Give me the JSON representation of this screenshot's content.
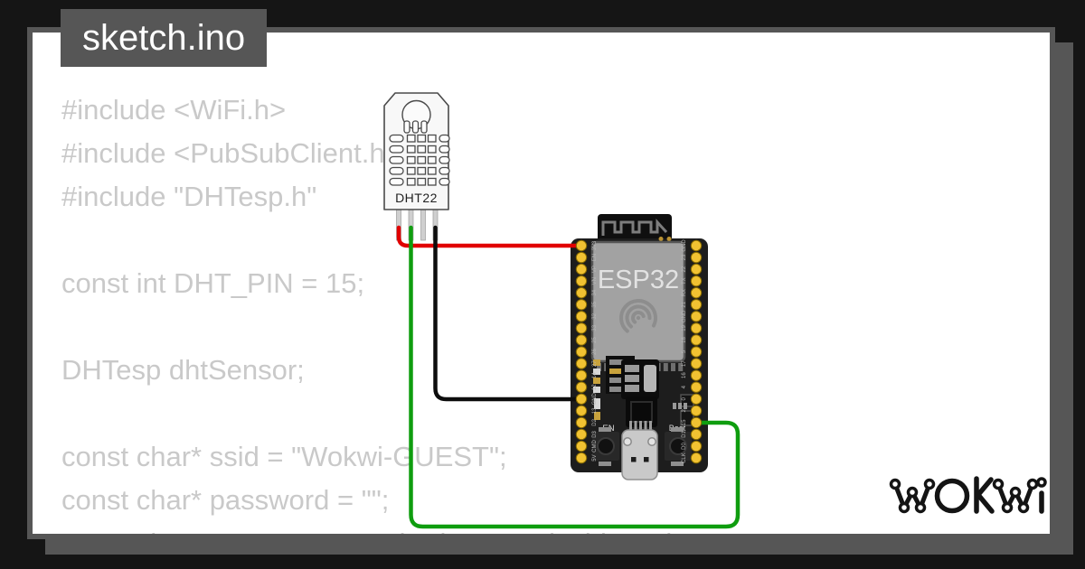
{
  "colors": {
    "background": "#151515",
    "frame": "#565656",
    "page": "#ffffff",
    "code_text": "#c9c9c9",
    "tab_text": "#ffffff",
    "pin": "#f1c232",
    "pin_label": "#b9b9b9",
    "board": "#1d1d1d",
    "shield": "#a2a2a2",
    "logo": "#141414"
  },
  "tab": {
    "label": "sketch.ino"
  },
  "code": {
    "lines": [
      "#include <WiFi.h>",
      "#include <PubSubClient.h>",
      "#include \"DHTesp.h\"",
      "",
      "const int DHT_PIN = 15;",
      "",
      "DHTesp dhtSensor;",
      "",
      "const char* ssid = \"Wokwi-GUEST\";",
      "const char* password = \"\";",
      "const char* mqtt_server = \"broker.mqttdashboard.com\";"
    ]
  },
  "dht22": {
    "label": "DHT22"
  },
  "esp32": {
    "label": "ESP32",
    "en_label": "EN",
    "boot_label": "Boot",
    "left_pins": [
      "3V3",
      "EN",
      "VP",
      "VN",
      "34",
      "35",
      "32",
      "33",
      "25",
      "26",
      "27",
      "14",
      "12",
      "GND",
      "13",
      "D2",
      "D3",
      "CMD",
      "5V"
    ],
    "right_pins": [
      "GND",
      "23",
      "22",
      "TX",
      "RX",
      "21",
      "GND",
      "19",
      "18",
      "5",
      "17",
      "16",
      "4",
      "0",
      "2",
      "15",
      "D1",
      "D0",
      "CLK"
    ]
  },
  "wires": {
    "vcc": {
      "color": "#e10000",
      "from": "DHT22 VCC",
      "to": "ESP32 3V3"
    },
    "data": {
      "color": "#0f9d0f",
      "from": "DHT22 SDA",
      "to": "ESP32 15"
    },
    "gnd": {
      "color": "#0d0d0d",
      "from": "DHT22 GND",
      "to": "ESP32 GND"
    }
  },
  "logo": {
    "label": "WOKWI"
  }
}
